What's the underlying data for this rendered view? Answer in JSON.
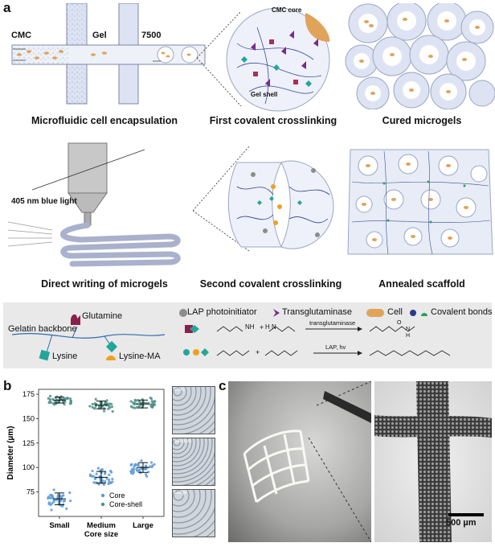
{
  "panels": {
    "a": "a",
    "b": "b",
    "c": "c"
  },
  "row1": {
    "fluidics": {
      "cmc": "CMC",
      "gel": "Gel",
      "oil": "7500"
    },
    "captions": [
      "Microfluidic cell encapsulation",
      "First covalent crosslinking",
      "Cured microgels"
    ],
    "zoom_labels": {
      "core": "CMC core",
      "shell": "Gel shell"
    }
  },
  "row2": {
    "light_label": "405 nm blue light",
    "captions": [
      "Direct writing of microgels",
      "Second covalent crosslinking",
      "Annealed scaffold"
    ]
  },
  "legend": {
    "glutamine": "Glutamine",
    "backbone": "Gelatin backbone",
    "lysine": "Lysine",
    "lysine_ma": "Lysine-MA",
    "items": [
      {
        "label": "LAP photoinitiator",
        "color": "#8c8c8c"
      },
      {
        "label": "Transglutaminase",
        "color": "#7a2a8c"
      },
      {
        "label": "Cell",
        "color": "#e0a35a"
      },
      {
        "label": "Covalent bonds",
        "color": "#2b3a8c",
        "color2": "#2aa05a"
      }
    ],
    "reaction1": {
      "arrow_label": "transglutaminase",
      "nh2": "NH",
      "h2n": "H N",
      "n": "N",
      "h": "H",
      "o": "O",
      "plus": "+"
    },
    "reaction2": {
      "arrow_label": "LAP, hv",
      "plus": "+"
    }
  },
  "colors": {
    "core": "#5b9bd5",
    "shell": "#4f8f8a",
    "cell": "#e0a35a",
    "membrane": "#dde3f2",
    "gelatin": "#2b6cb0"
  },
  "panel_b": {
    "inset_label": "Core",
    "inset_label_2": "Medium",
    "inset_label_3": "Large",
    "scale_labels": [
      "",
      "",
      ""
    ]
  },
  "panel_c": {
    "scale_bar": "500 µm"
  },
  "chart_data": {
    "type": "scatter",
    "categories": [
      "Small",
      "Medium",
      "Large"
    ],
    "xlabel": "Core size",
    "ylabel": "Diameter (µm)",
    "ylim": [
      50,
      180
    ],
    "yticks": [
      75,
      100,
      125,
      150,
      175
    ],
    "legend_position": "bottom-right",
    "series": [
      {
        "name": "Core",
        "color": "#5b9bd5",
        "means": [
          68,
          90,
          100
        ],
        "sd": [
          6,
          6,
          5
        ]
      },
      {
        "name": "Core-shell",
        "color": "#4f8f8a",
        "means": [
          169,
          164,
          165
        ],
        "sd": [
          3,
          4,
          4
        ]
      }
    ]
  }
}
